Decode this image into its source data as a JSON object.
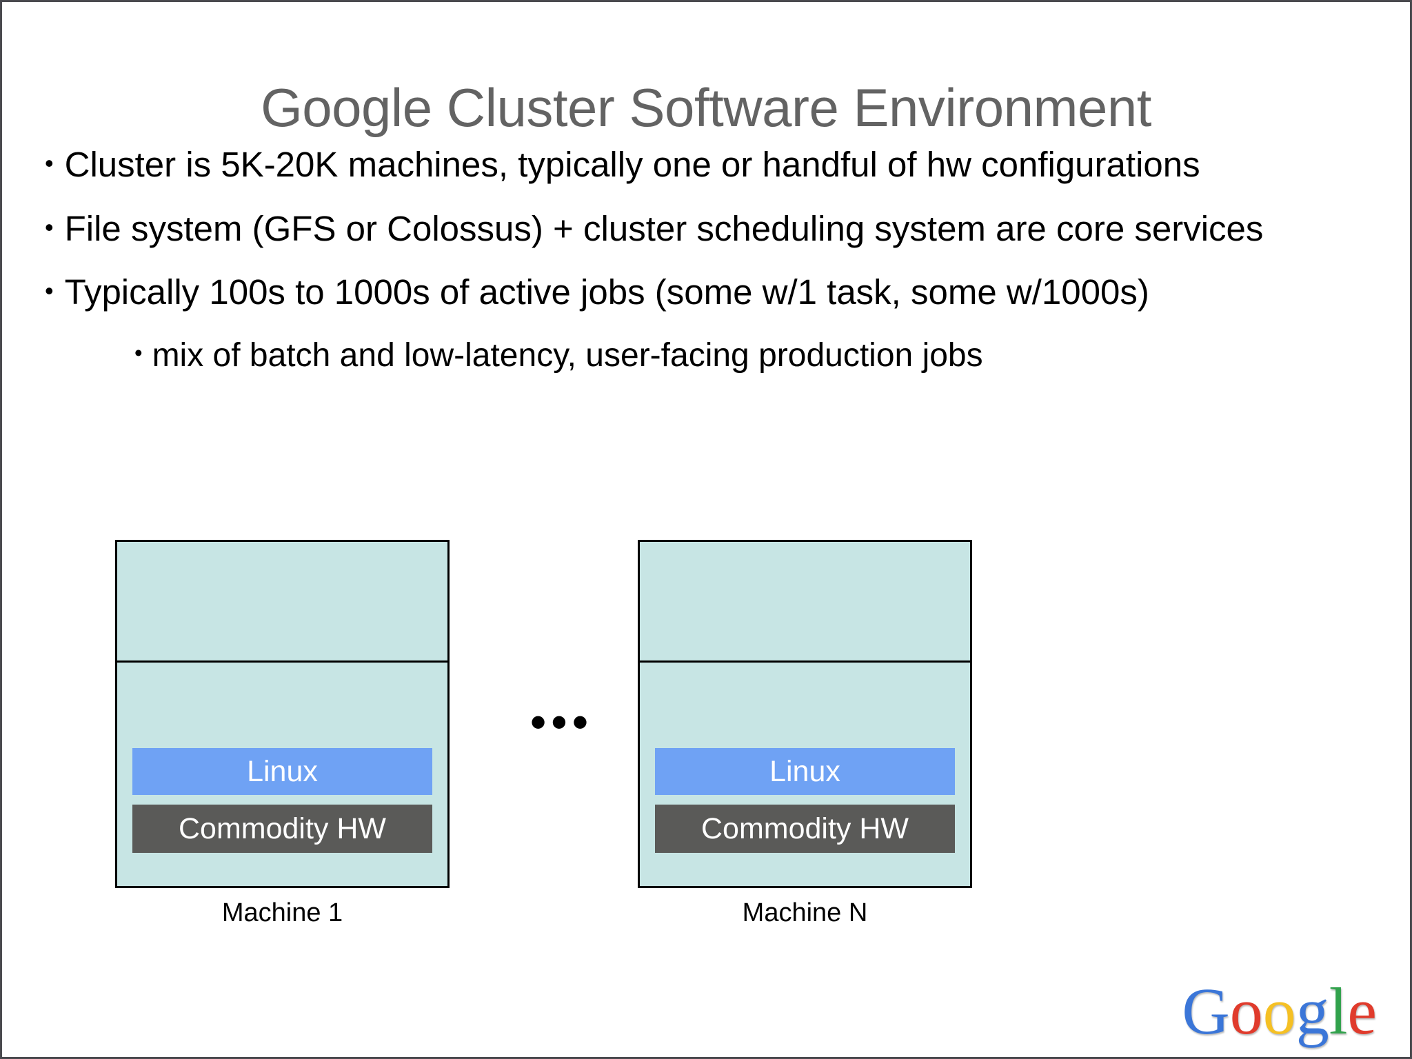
{
  "slide": {
    "title": "Google Cluster Software Environment",
    "title_color": "#636363",
    "background": "#ffffff"
  },
  "bullets": [
    {
      "level": 1,
      "marker": "•",
      "text": "Cluster is 5K-20K machines, typically one or handful of hw configurations"
    },
    {
      "level": 1,
      "marker": "•",
      "text": "File system (GFS or Colossus) + cluster scheduling system are core services"
    },
    {
      "level": 1,
      "marker": "•",
      "text": "Typically 100s to 1000s of active jobs (some w/1 task, some w/1000s)"
    },
    {
      "level": 2,
      "marker": "•",
      "text": "mix of batch and low-latency, user-facing production jobs"
    }
  ],
  "diagram": {
    "ellipsis": "•••",
    "machine_fill": "#c7e5e4",
    "machine_border": "#000000",
    "machines": [
      {
        "caption": "Machine 1",
        "layers": [
          {
            "label": "Linux",
            "color": "#6fa2f4"
          },
          {
            "label": "Commodity HW",
            "color": "#5a5a58"
          }
        ]
      },
      {
        "caption": "Machine N",
        "layers": [
          {
            "label": "Linux",
            "color": "#6fa2f4"
          },
          {
            "label": "Commodity HW",
            "color": "#5a5a58"
          }
        ]
      }
    ]
  },
  "logo": {
    "letters": [
      {
        "char": "G",
        "color": "#3b76d8"
      },
      {
        "char": "o",
        "color": "#e03b2c"
      },
      {
        "char": "o",
        "color": "#f5c024"
      },
      {
        "char": "g",
        "color": "#3b76d8"
      },
      {
        "char": "l",
        "color": "#31a24c"
      },
      {
        "char": "e",
        "color": "#e03b2c"
      }
    ]
  }
}
